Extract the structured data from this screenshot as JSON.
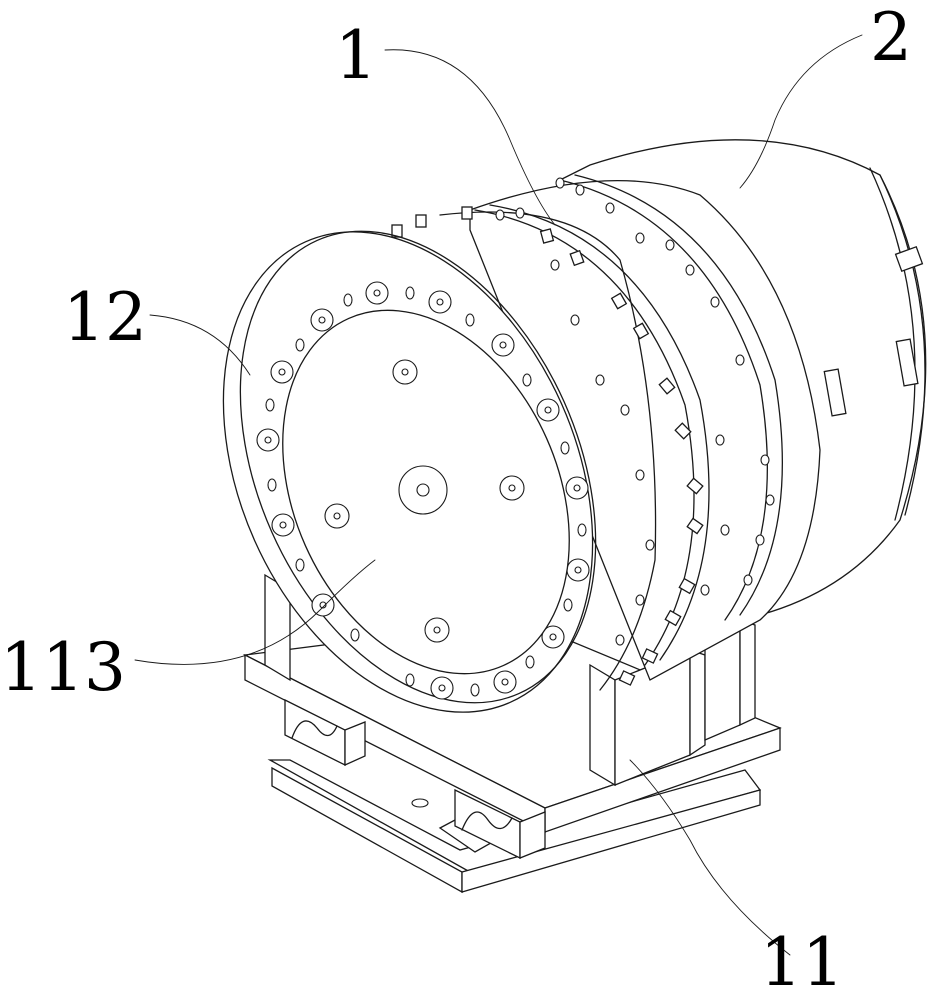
{
  "callouts": [
    {
      "id": "c1",
      "label": "1"
    },
    {
      "id": "c2",
      "label": "2"
    },
    {
      "id": "c12",
      "label": "12"
    },
    {
      "id": "c113",
      "label": "113"
    },
    {
      "id": "c11",
      "label": "11"
    }
  ],
  "colors": {
    "line": "#1a1a1a",
    "background": "#ffffff"
  }
}
